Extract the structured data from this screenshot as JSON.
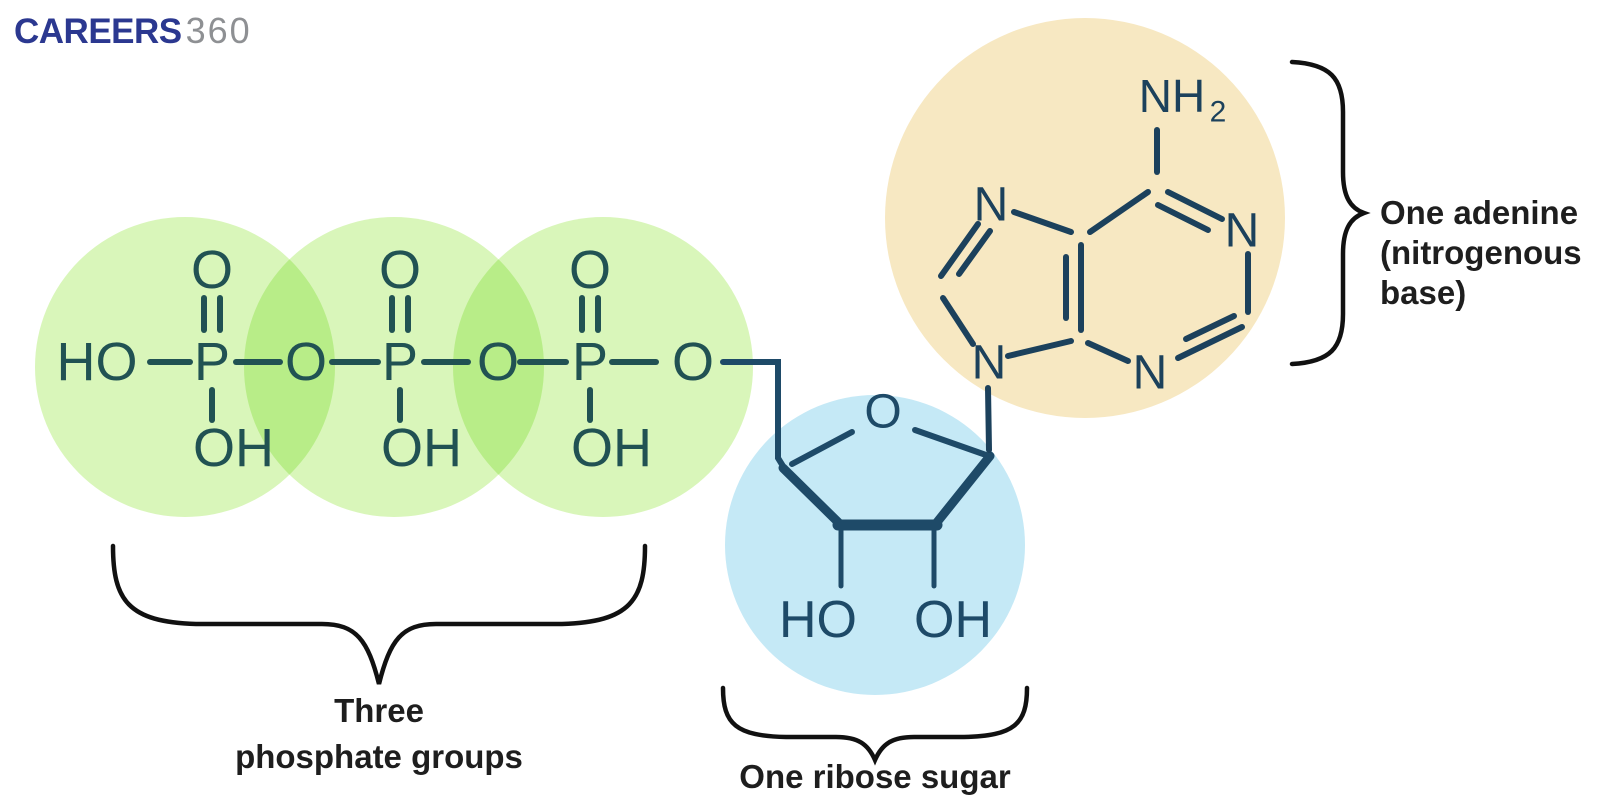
{
  "brand": {
    "primary": "CAREERS",
    "secondary": "360"
  },
  "colors": {
    "background": "#ffffff",
    "phosphate_circle": "#d9f6ba",
    "ribose_circle": "#c5e9f6",
    "adenine_circle": "#f7e8c2",
    "phosphate_bond": "#215253",
    "ribose_bond": "#1e4a68",
    "adenine_bond": "#1c415c",
    "brace": "#111111",
    "label_text": "#1e1e1e",
    "brand_primary": "#2b3890",
    "brand_secondary": "#8e9093"
  },
  "molecule": {
    "hydroxyl_start": "HO",
    "phosphates": [
      {
        "oxygen_top": "O",
        "phosphorus": "P",
        "hydroxyl_bottom": "OH",
        "bridge_oxygen": "O"
      },
      {
        "oxygen_top": "O",
        "phosphorus": "P",
        "hydroxyl_bottom": "OH",
        "bridge_oxygen": "O"
      },
      {
        "oxygen_top": "O",
        "phosphorus": "P",
        "hydroxyl_bottom": "OH",
        "bridge_oxygen": "O"
      }
    ],
    "ribose": {
      "ring_oxygen": "O",
      "hydroxyl_left": "HO",
      "hydroxyl_right": "OH"
    },
    "adenine": {
      "amine": "NH",
      "amine_subscript": "2",
      "n1": "N",
      "n3": "N",
      "n7": "N",
      "n9": "N"
    }
  },
  "annotations": {
    "phosphate_line1": "Three",
    "phosphate_line2": "phosphate groups",
    "ribose": "One ribose sugar",
    "adenine_line1": "One adenine",
    "adenine_line2": "(nitrogenous",
    "adenine_line3": "base)"
  }
}
